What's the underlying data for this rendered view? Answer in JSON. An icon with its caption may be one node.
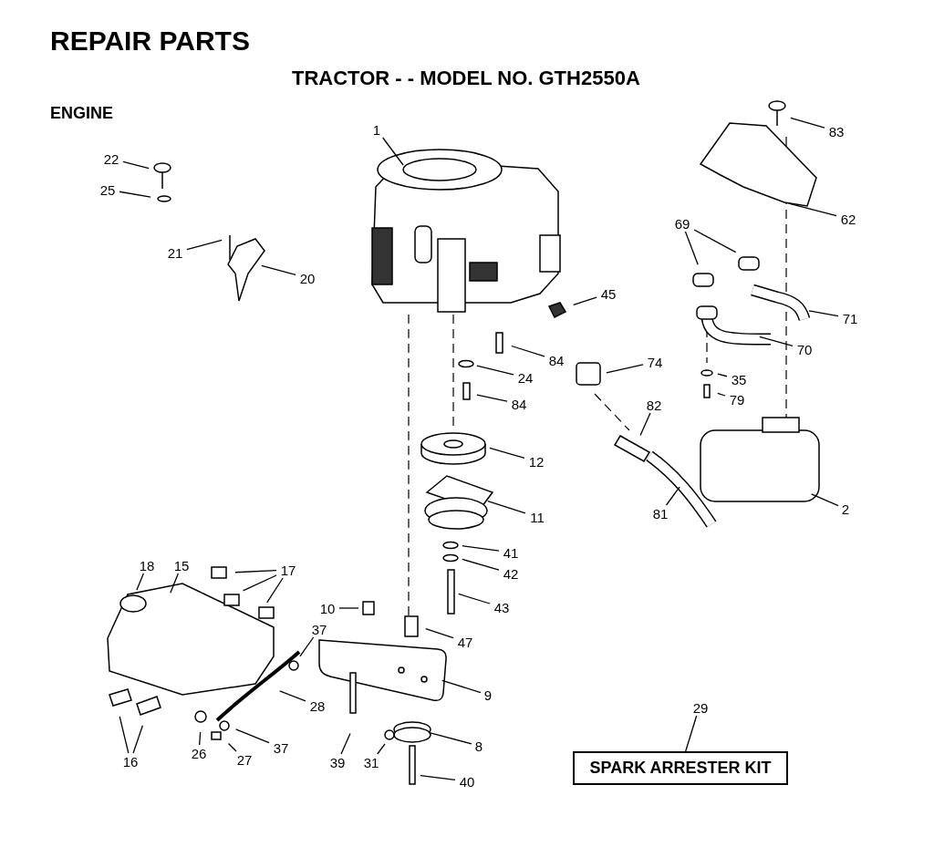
{
  "diagram": {
    "title": "REPAIR PARTS",
    "nodes": [
      {
        "text": [
          "1"
        ]
      },
      {
        "text": [
          "22"
        ]
      },
      {
        "text": [
          "25"
        ]
      },
      {
        "text": [
          "21"
        ]
      },
      {
        "text": [
          "20"
        ]
      },
      {
        "text": [
          "83"
        ]
      },
      {
        "text": [
          "62"
        ]
      },
      {
        "text": [
          "69"
        ]
      },
      {
        "text": [
          "45"
        ]
      },
      {
        "text": [
          "71"
        ]
      },
      {
        "text": [
          "84"
        ]
      },
      {
        "text": [
          "70"
        ]
      },
      {
        "text": [
          "74"
        ]
      },
      {
        "text": [
          "24"
        ]
      },
      {
        "text": [
          "35"
        ]
      },
      {
        "text": [
          "84"
        ]
      },
      {
        "text": [
          "79"
        ]
      },
      {
        "text": [
          "82"
        ]
      },
      {
        "text": [
          "12"
        ]
      },
      {
        "text": [
          "11"
        ]
      },
      {
        "text": [
          "81"
        ]
      },
      {
        "text": [
          "2"
        ]
      },
      {
        "text": [
          "41"
        ]
      },
      {
        "text": [
          "42"
        ]
      },
      {
        "text": [
          "43"
        ]
      },
      {
        "text": [
          "18"
        ]
      },
      {
        "text": [
          "15"
        ]
      },
      {
        "text": [
          "17"
        ]
      },
      {
        "text": [
          "10"
        ]
      },
      {
        "text": [
          "37"
        ]
      },
      {
        "text": [
          "47"
        ]
      },
      {
        "text": [
          "28"
        ]
      },
      {
        "text": [
          "9"
        ]
      },
      {
        "text": [
          "29"
        ]
      },
      {
        "text": [
          "16"
        ]
      },
      {
        "text": [
          "26"
        ]
      },
      {
        "text": [
          "37"
        ]
      },
      {
        "text": [
          "27"
        ]
      },
      {
        "text": [
          "31"
        ]
      },
      {
        "text": [
          "8"
        ]
      },
      {
        "text": [
          "39"
        ]
      },
      {
        "text": [
          "40"
        ]
      },
      {
        "text": [
          "SPARK ARRESTER KIT"
        ]
      }
    ],
    "edges": [
      {
        "from": 0,
        "to": null,
        "arrow": "none"
      },
      {
        "from": 1,
        "to": null,
        "arrow": "none"
      },
      {
        "from": 2,
        "to": null,
        "arrow": "none"
      },
      {
        "from": 3,
        "to": null,
        "arrow": "none"
      },
      {
        "from": 4,
        "to": null,
        "arrow": "none"
      },
      {
        "from": 5,
        "to": null,
        "arrow": "none"
      },
      {
        "from": 6,
        "to": null,
        "arrow": "none"
      },
      {
        "from": 7,
        "to": null,
        "arrow": "none"
      },
      {
        "from": 7,
        "to": null,
        "arrow": "none"
      },
      {
        "from": 8,
        "to": null,
        "arrow": "none"
      },
      {
        "from": 9,
        "to": null,
        "arrow": "none"
      },
      {
        "from": 10,
        "to": null,
        "arrow": "none"
      },
      {
        "from": 11,
        "to": null,
        "arrow": "none"
      },
      {
        "from": 12,
        "to": null,
        "arrow": "none"
      },
      {
        "from": 13,
        "to": null,
        "arrow": "none"
      },
      {
        "from": 14,
        "to": null,
        "arrow": "none"
      },
      {
        "from": 15,
        "to": null,
        "arrow": "none"
      },
      {
        "from": 16,
        "to": null,
        "arrow": "none"
      },
      {
        "from": 17,
        "to": null,
        "arrow": "none"
      },
      {
        "from": 18,
        "to": null,
        "arrow": "none"
      },
      {
        "from": 19,
        "to": null,
        "arrow": "none"
      },
      {
        "from": 20,
        "to": null,
        "arrow": "none"
      },
      {
        "from": 21,
        "to": null,
        "arrow": "none"
      },
      {
        "from": 22,
        "to": null,
        "arrow": "none"
      },
      {
        "from": 23,
        "to": null,
        "arrow": "none"
      },
      {
        "from": 24,
        "to": null,
        "arrow": "none"
      },
      {
        "from": 25,
        "to": null,
        "arrow": "none"
      },
      {
        "from": 26,
        "to": null,
        "arrow": "none"
      },
      {
        "from": 27,
        "to": null,
        "arrow": "none"
      },
      {
        "from": 27,
        "to": null,
        "arrow": "none"
      },
      {
        "from": 27,
        "to": null,
        "arrow": "none"
      },
      {
        "from": 28,
        "to": null,
        "arrow": "none"
      },
      {
        "from": 29,
        "to": null,
        "arrow": "none"
      },
      {
        "from": 30,
        "to": null,
        "arrow": "none"
      },
      {
        "from": 31,
        "to": null,
        "arrow": "none"
      },
      {
        "from": 32,
        "to": null,
        "arrow": "none"
      },
      {
        "from": 33,
        "to": 42,
        "arrow": "none"
      },
      {
        "from": 34,
        "to": null,
        "arrow": "none"
      },
      {
        "from": 34,
        "to": null,
        "arrow": "none"
      },
      {
        "from": 35,
        "to": null,
        "arrow": "none"
      },
      {
        "from": 36,
        "to": null,
        "arrow": "none"
      },
      {
        "from": 37,
        "to": null,
        "arrow": "none"
      },
      {
        "from": 38,
        "to": null,
        "arrow": "none"
      },
      {
        "from": 39,
        "to": null,
        "arrow": "none"
      },
      {
        "from": 40,
        "to": null,
        "arrow": "none"
      },
      {
        "from": 41,
        "to": null,
        "arrow": "none"
      }
    ],
    "labels": [
      "TRACTOR - - MODEL NO. GTH2550A",
      "ENGINE"
    ]
  }
}
